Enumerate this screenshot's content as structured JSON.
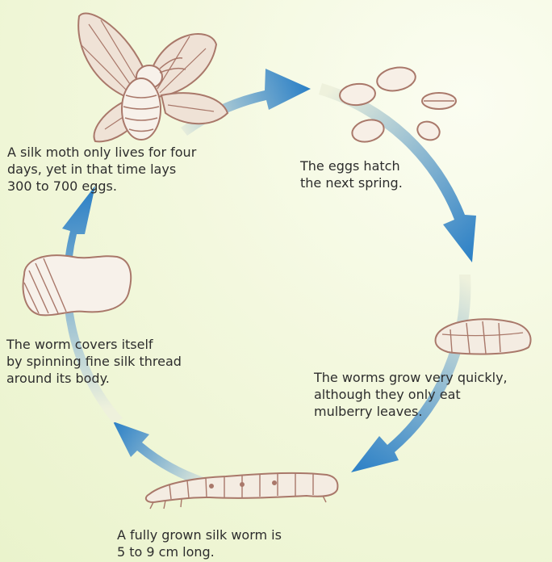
{
  "captions": {
    "moth": [
      "A silk moth only lives for four",
      "days, yet in that time lays",
      "300 to 700 eggs."
    ],
    "eggs": [
      "The eggs hatch",
      "the next spring."
    ],
    "worms": [
      "The worms grow very quickly,",
      "although they only eat",
      "mulberry leaves."
    ],
    "grown": [
      "A fully grown silk worm is",
      "5 to 9 cm long."
    ],
    "cocoon": [
      "The worm covers itself",
      "by spinning fine silk thread",
      "around its body."
    ]
  },
  "colors": {
    "arrow_blue": "#2a7fc6",
    "ring_light": "#e9edd6",
    "sketch_brown": "#a9786a",
    "background": "#eef5d6"
  },
  "icons": [
    "silk-moth-icon",
    "eggs-icon",
    "silkworm-pupa-icon",
    "silkworm-caterpillar-icon",
    "cocoon-icon",
    "cycle-arrow-icon"
  ]
}
